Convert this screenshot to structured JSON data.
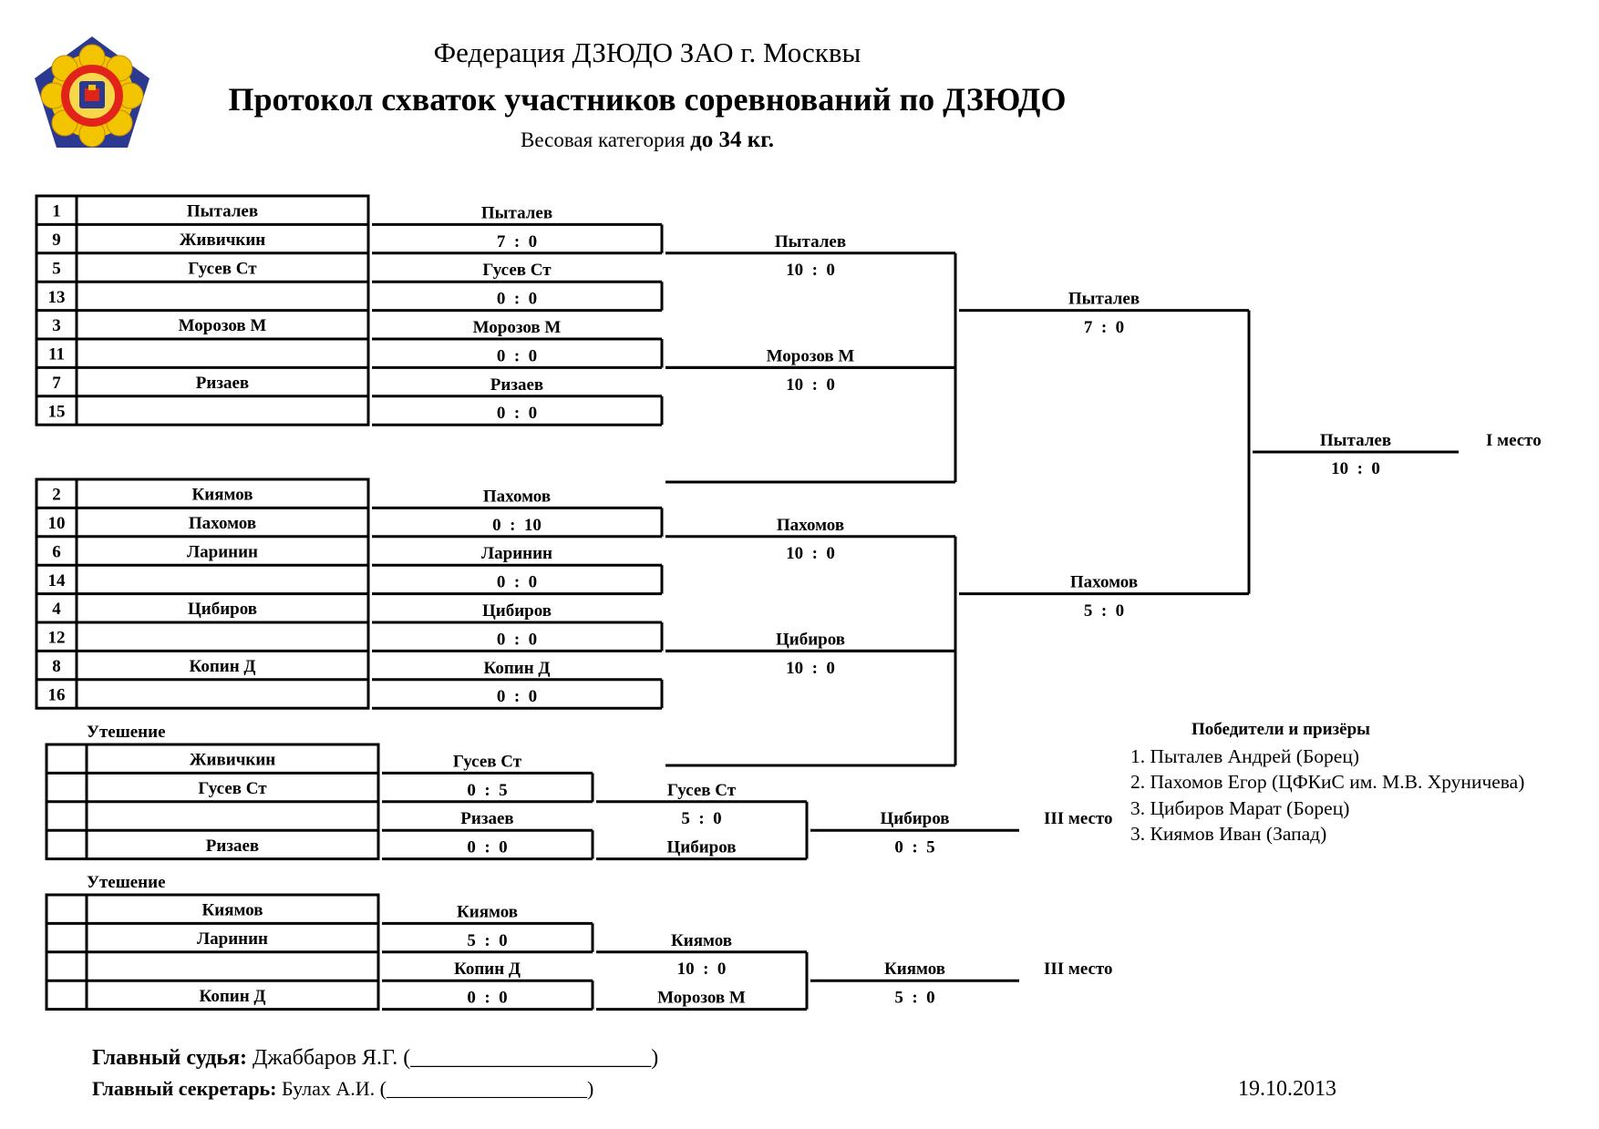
{
  "header": {
    "federation": "Федерация ДЗЮДО ЗАО г. Москвы",
    "title": "Протокол схваток участников соревнований по ДЗЮДО",
    "category_label": "Весовая категория",
    "category_value": "до 34 кг."
  },
  "logo": {
    "icon": "coat-of-arms-icon",
    "colors": {
      "outer": "#2b3990",
      "petals": "#f2c500",
      "inner": "#e2231a"
    }
  },
  "pool_a": {
    "seeds": [
      {
        "no": "1",
        "name": "Пыталев"
      },
      {
        "no": "9",
        "name": "Живичкин"
      },
      {
        "no": "5",
        "name": "Гусев Ст"
      },
      {
        "no": "13",
        "name": ""
      },
      {
        "no": "3",
        "name": "Морозов М"
      },
      {
        "no": "11",
        "name": ""
      },
      {
        "no": "7",
        "name": "Ризаев"
      },
      {
        "no": "15",
        "name": ""
      }
    ],
    "r1": [
      {
        "winner": "Пыталев",
        "score": "7  :  0"
      },
      {
        "winner": "Гусев Ст",
        "score": "0  :  0"
      },
      {
        "winner": "Морозов М",
        "score": "0  :  0"
      },
      {
        "winner": "Ризаев",
        "score": "0  :  0"
      }
    ],
    "r2": [
      {
        "winner": "Пыталев",
        "score": "10  :  0"
      },
      {
        "winner": "Морозов М",
        "score": "10  :  0"
      }
    ],
    "semi": {
      "winner": "Пыталев",
      "score": "7  :  0"
    }
  },
  "pool_b": {
    "seeds": [
      {
        "no": "2",
        "name": "Киямов"
      },
      {
        "no": "10",
        "name": "Пахомов"
      },
      {
        "no": "6",
        "name": "Ларинин"
      },
      {
        "no": "14",
        "name": ""
      },
      {
        "no": "4",
        "name": "Цибиров"
      },
      {
        "no": "12",
        "name": ""
      },
      {
        "no": "8",
        "name": "Копин Д"
      },
      {
        "no": "16",
        "name": ""
      }
    ],
    "r1": [
      {
        "winner": "Пахомов",
        "score": "0  :  10"
      },
      {
        "winner": "Ларинин",
        "score": "0  :  0"
      },
      {
        "winner": "Цибиров",
        "score": "0  :  0"
      },
      {
        "winner": "Копин Д",
        "score": "0  :  0"
      }
    ],
    "r2": [
      {
        "winner": "Пахомов",
        "score": "10  :  0"
      },
      {
        "winner": "Цибиров",
        "score": "10  :  0"
      }
    ],
    "semi": {
      "winner": "Пахомов",
      "score": "5  :  0"
    }
  },
  "final": {
    "winner": "Пыталев",
    "score": "10  :  0",
    "place": "I место"
  },
  "consolation": [
    {
      "label": "Утешение",
      "seeds": [
        "Живичкин",
        "Гусев Ст",
        "",
        "Ризаев"
      ],
      "r1": [
        {
          "winner": "Гусев Ст",
          "score": "0  :  5"
        },
        {
          "winner": "Ризаев",
          "score": "0  :  0"
        }
      ],
      "r2_top": {
        "winner": "Гусев Ст",
        "score": "5  :  0"
      },
      "r2_bottom": {
        "name": "Цибиров"
      },
      "final": {
        "winner": "Цибиров",
        "score": "0  :  5"
      },
      "place": "III место"
    },
    {
      "label": "Утешение",
      "seeds": [
        "Киямов",
        "Ларинин",
        "",
        "Копин Д"
      ],
      "r1": [
        {
          "winner": "Киямов",
          "score": "5  :  0"
        },
        {
          "winner": "Копин Д",
          "score": "0  :  0"
        }
      ],
      "r2_top": {
        "winner": "Киямов",
        "score": "10  :  0"
      },
      "r2_bottom": {
        "name": "Морозов М"
      },
      "final": {
        "winner": "Киямов",
        "score": "5  :  0"
      },
      "place": "III место"
    }
  ],
  "winners": {
    "title": "Победители и призёры",
    "items": [
      "1. Пыталев Андрей (Борец)",
      "2. Пахомов Егор (ЦФКиС им. М.В. Хруничева)",
      "3. Цибиров Марат (Борец)",
      "3. Киямов Иван (Запад)"
    ]
  },
  "footer": {
    "judge_label": "Главный судья:",
    "judge_value": "Джаббаров Я.Г. (______________________)",
    "secretary_label": "Главный секретарь:",
    "secretary_value": "Булах А.И. (____________________)",
    "date": "19.10.2013"
  }
}
